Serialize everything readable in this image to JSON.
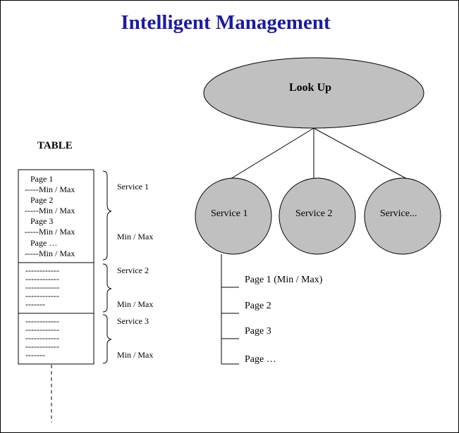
{
  "title": "Intelligent Management",
  "table": {
    "heading": "TABLE",
    "block1_lines": [
      "Page 1",
      "-----Min / Max",
      "Page 2",
      "-----Min / Max",
      "Page 3",
      "-----Min / Max",
      "Page …",
      "-----Min / Max"
    ],
    "block2_lines": [
      "------------",
      "------------",
      "------------",
      "------------",
      "-------"
    ],
    "block3_lines": [
      "------------",
      "------------",
      "------------",
      "------------",
      "-------"
    ]
  },
  "brackets": [
    {
      "service": "Service 1",
      "range": "Min / Max"
    },
    {
      "service": "Service 2",
      "range": "Min / Max"
    },
    {
      "service": "Service 3",
      "range": "Min / Max"
    }
  ],
  "tree": {
    "root": "Look Up",
    "services": [
      "Service 1",
      "Service 2",
      "Service..."
    ],
    "pages": [
      "Page 1 (Min / Max)",
      "Page 2",
      "Page 3",
      "Page …"
    ]
  },
  "colors": {
    "title": "#1a1aa8",
    "node_fill": "#c0c0c0",
    "line": "#000000"
  }
}
